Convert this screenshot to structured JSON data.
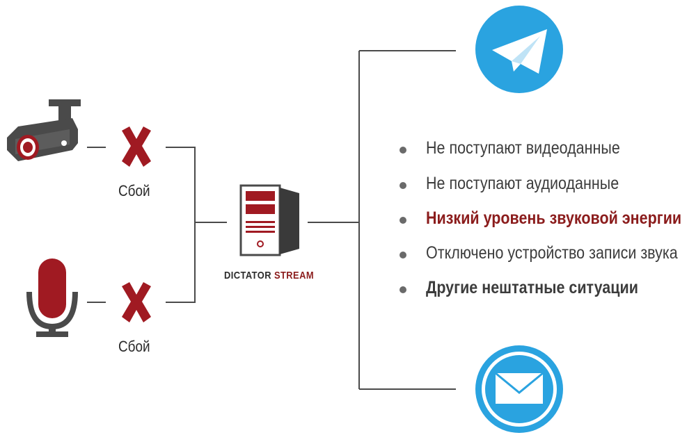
{
  "sources": [
    {
      "name": "camera",
      "icon": "security-camera-icon",
      "status": "Сбой"
    },
    {
      "name": "microphone",
      "icon": "microphone-icon",
      "status": "Сбой"
    }
  ],
  "server": {
    "icon": "server-tower-icon",
    "label_main": "DICTATOR ",
    "label_accent": "STREAM"
  },
  "notifications": [
    {
      "channel": "telegram",
      "icon": "telegram-icon",
      "color": "#2aa3e0"
    },
    {
      "channel": "email",
      "icon": "envelope-icon",
      "color": "#2aa3e0"
    }
  ],
  "events": [
    {
      "text": "Не поступают видеоданные",
      "style": "normal"
    },
    {
      "text": "Не поступают аудиоданные",
      "style": "normal"
    },
    {
      "text": "Низкий уровень звуковой энергии",
      "style": "highlight"
    },
    {
      "text": "Отключено устройство записи звука",
      "style": "normal"
    },
    {
      "text": "Другие нештатные ситуации",
      "style": "bold"
    }
  ],
  "colors": {
    "accent": "#8b1c1c",
    "failure_x": "#a01a22",
    "device_body": "#4a4a4a",
    "blue": "#2aa3e0"
  }
}
